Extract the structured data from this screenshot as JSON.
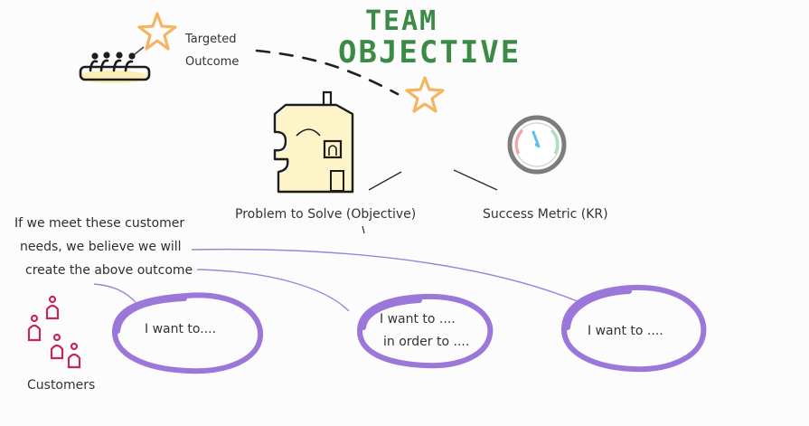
{
  "title": {
    "line1": "TEAM",
    "line2": "OBJECTIVE"
  },
  "labels": {
    "targeted_outcome": "Targeted\nOutcome",
    "problem": "Problem to Solve (Objective)",
    "success_metric": "Success Metric (KR)",
    "customers": "Customers",
    "belief_note": [
      "If we meet these customer",
      "needs, we believe we will",
      "create the above outcome"
    ]
  },
  "needs": [
    {
      "lines": [
        "I want to...."
      ]
    },
    {
      "lines": [
        "I want to ....",
        "in order to ...."
      ]
    },
    {
      "lines": [
        "I want to ...."
      ]
    }
  ],
  "colors": {
    "title_green": "#3b8b47",
    "star": "#f5b560",
    "oval": "#9b77d9",
    "connector_purple": "#9c85d8",
    "customers_pink": "#c2285e",
    "ink": "#2b2b2b",
    "house_fill": "#fdf5c8",
    "gauge_ring": "#7c7c7c",
    "gauge_needle": "#5ac2e8"
  },
  "icons": [
    "star-icon",
    "people-icon",
    "house-puzzle-icon",
    "gauge-icon",
    "customers-icon"
  ]
}
